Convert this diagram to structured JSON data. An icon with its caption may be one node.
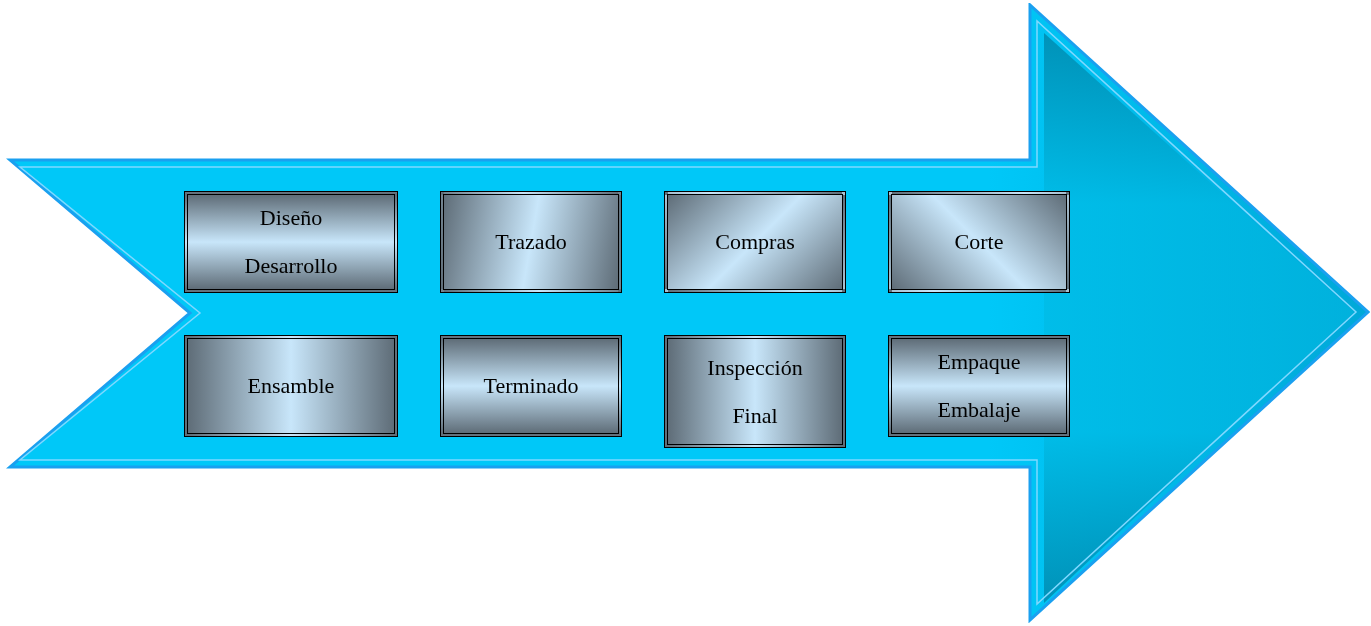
{
  "diagram": {
    "nodes": [
      {
        "text": [],
        "shape": "arrow"
      },
      {
        "text": [
          "Diseño Desarrollo"
        ],
        "in": 0
      },
      {
        "text": [
          "Trazado"
        ],
        "in": 0
      },
      {
        "text": [
          "Compras"
        ],
        "in": 0
      },
      {
        "text": [
          "Corte"
        ],
        "in": 0
      },
      {
        "text": [
          "Ensamble"
        ],
        "in": 0
      },
      {
        "text": [
          "Terminado"
        ],
        "in": 0
      },
      {
        "text": [
          "Inspección Final"
        ],
        "in": 0
      },
      {
        "text": [
          "Empaque Embalaje"
        ],
        "in": 0
      }
    ],
    "edges": []
  }
}
